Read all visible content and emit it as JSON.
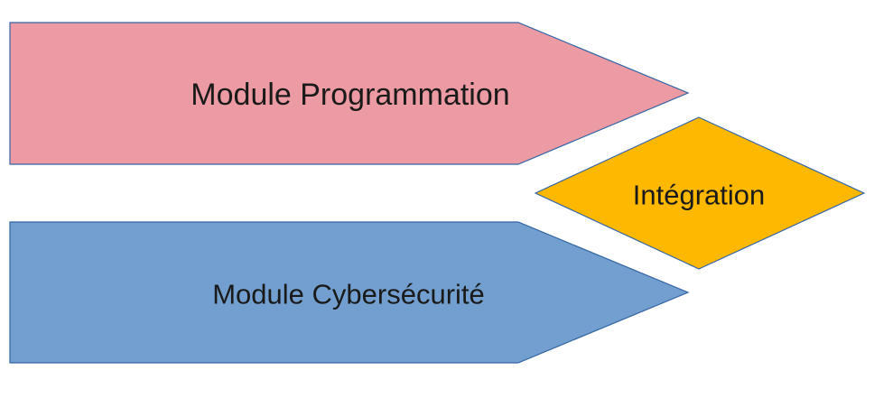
{
  "diagram": {
    "nodes": [
      {
        "id": "programmation",
        "label": "Module Programmation",
        "shape": "pentagon-arrow",
        "color": "#ec9aa3"
      },
      {
        "id": "cybersecurite",
        "label": "Module Cybersécurité",
        "shape": "pentagon-arrow",
        "color": "#729fcf"
      },
      {
        "id": "integration",
        "label": "Intégration",
        "shape": "diamond",
        "color": "#ffb800"
      }
    ],
    "colors": {
      "outline": "#3465a4",
      "text": "#1a1a1a",
      "background": "#ffffff"
    }
  }
}
